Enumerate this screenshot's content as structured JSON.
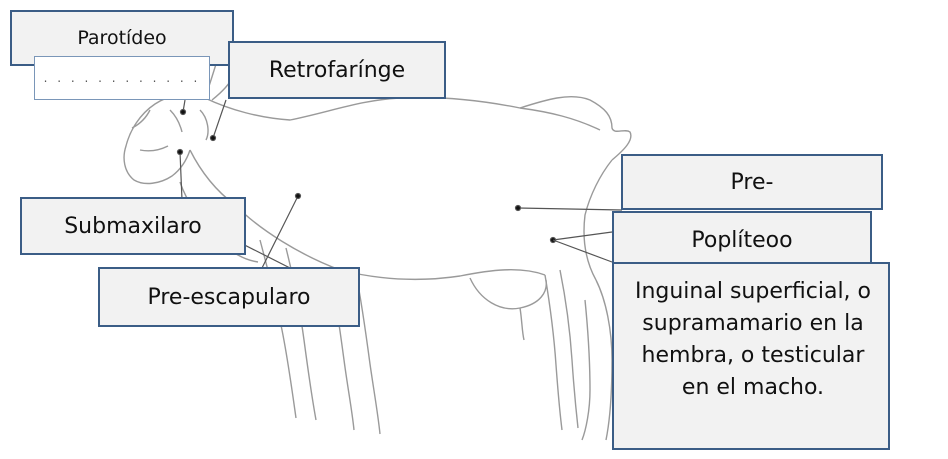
{
  "labels": {
    "parotideo": "Parotídeo",
    "blank_field": ". . . . . . . . . . . .",
    "retrofaringe": "Retrofarínge",
    "submaxilar": "Submaxilaro",
    "preescapular": "Pre-escapularo",
    "pre": "Pre-",
    "popliteo": "Poplíteoo",
    "inguinal": "Inguinal superficial, o supramamario en la hembra, o testicular en el macho."
  }
}
